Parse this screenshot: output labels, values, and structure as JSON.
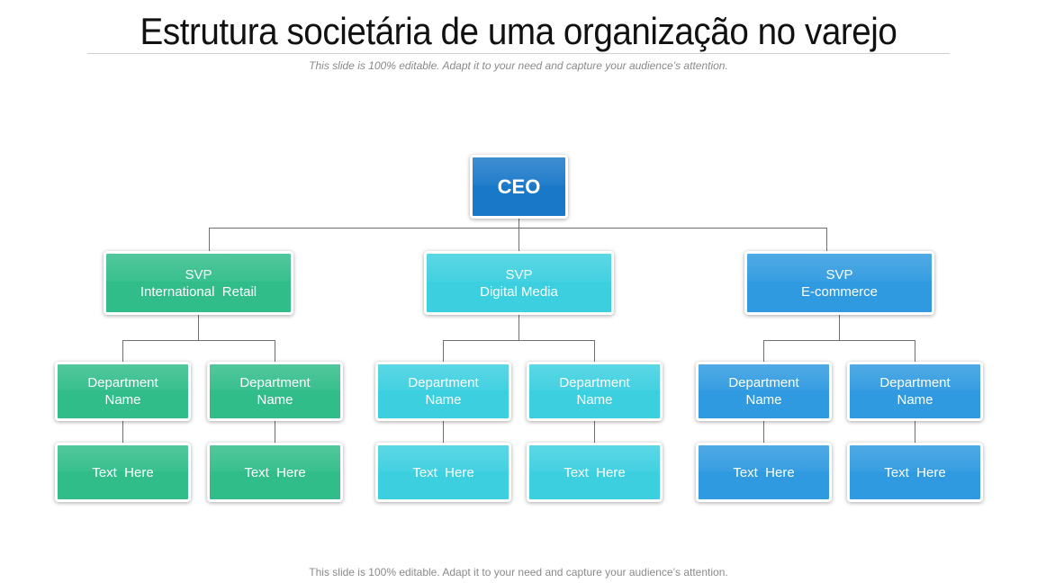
{
  "header": {
    "title": "Estrutura societária de uma organização no varejo",
    "subtitle": "This slide is 100% editable. Adapt it to your need and capture your audience’s attention."
  },
  "footer": {
    "text": "This slide is 100% editable. Adapt it to your need and capture your audience’s attention."
  },
  "colors": {
    "ceo": "#1a78c8",
    "green": "#31bd8a",
    "cyan": "#3ccfe0",
    "blue": "#2f9ae0",
    "connector": "#6f6f6f"
  },
  "org": {
    "ceo": "CEO",
    "svps": [
      {
        "title": "SVP",
        "name": "International  Retail",
        "departments": [
          {
            "line1": "Department",
            "line2": "Name",
            "text": "Text  Here"
          },
          {
            "line1": "Department",
            "line2": "Name",
            "text": "Text  Here"
          }
        ]
      },
      {
        "title": "SVP",
        "name": "Digital Media",
        "departments": [
          {
            "line1": "Department",
            "line2": "Name",
            "text": "Text  Here"
          },
          {
            "line1": "Department",
            "line2": "Name",
            "text": "Text  Here"
          }
        ]
      },
      {
        "title": "SVP",
        "name": "E-commerce",
        "departments": [
          {
            "line1": "Department",
            "line2": "Name",
            "text": "Text  Here"
          },
          {
            "line1": "Department",
            "line2": "Name",
            "text": "Text  Here"
          }
        ]
      }
    ]
  }
}
